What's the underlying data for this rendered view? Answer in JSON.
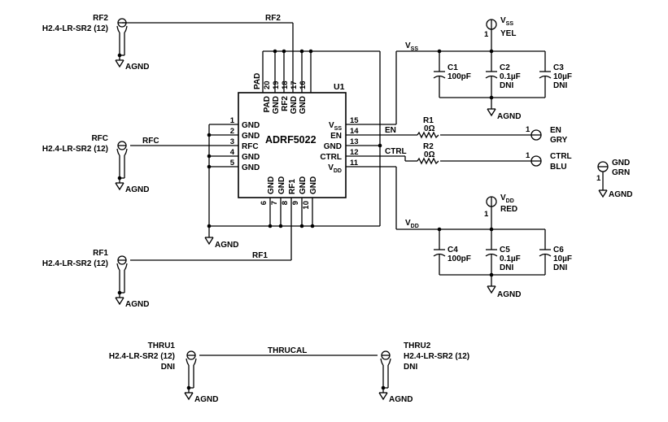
{
  "ic": {
    "ref": "U1",
    "part": "ADRF5022",
    "top_pins": [
      {
        "num": "20",
        "name": "PAD"
      },
      {
        "num": "19",
        "name": "GND"
      },
      {
        "num": "18",
        "name": "RF2"
      },
      {
        "num": "17",
        "name": "GND"
      },
      {
        "num": "16",
        "name": "GND"
      }
    ],
    "left_pins": [
      {
        "num": "1",
        "name": "GND"
      },
      {
        "num": "2",
        "name": "GND"
      },
      {
        "num": "3",
        "name": "RFC"
      },
      {
        "num": "4",
        "name": "GND"
      },
      {
        "num": "5",
        "name": "GND"
      }
    ],
    "right_pins": [
      {
        "num": "15",
        "name": "V",
        "sub": "SS"
      },
      {
        "num": "14",
        "name": "EN"
      },
      {
        "num": "13",
        "name": "GND"
      },
      {
        "num": "12",
        "name": "CTRL"
      },
      {
        "num": "11",
        "name": "V",
        "sub": "DD"
      }
    ],
    "bottom_pins": [
      {
        "num": "6",
        "name": "GND"
      },
      {
        "num": "7",
        "name": "GND"
      },
      {
        "num": "8",
        "name": "RF1"
      },
      {
        "num": "9",
        "name": "GND"
      },
      {
        "num": "10",
        "name": "GND"
      }
    ],
    "top_extra_label": "PAD"
  },
  "connectors": {
    "rf2": {
      "ref": "RF2",
      "part": "H2.4-LR-SR2 (12)"
    },
    "rfc": {
      "ref": "RFC",
      "part": "H2.4-LR-SR2 (12)"
    },
    "rf1": {
      "ref": "RF1",
      "part": "H2.4-LR-SR2 (12)"
    },
    "thru1": {
      "ref": "THRU1",
      "part": "H2.4-LR-SR2 (12)",
      "note": "DNI"
    },
    "thru2": {
      "ref": "THRU2",
      "part": "H2.4-LR-SR2 (12)",
      "note": "DNI"
    }
  },
  "nets": {
    "rf2": "RF2",
    "rfc": "RFC",
    "rf1": "RF1",
    "en": "EN",
    "ctrl": "CTRL",
    "vss": {
      "base": "V",
      "sub": "SS"
    },
    "vdd": {
      "base": "V",
      "sub": "DD"
    },
    "thrucal": "THRUCAL"
  },
  "ground_label": "AGND",
  "resistors": [
    {
      "ref": "R1",
      "value": "0Ω"
    },
    {
      "ref": "R2",
      "value": "0Ω"
    }
  ],
  "capacitors_vss": [
    {
      "ref": "C1",
      "value": "100pF",
      "note": ""
    },
    {
      "ref": "C2",
      "value": "0.1µF",
      "note": "DNI"
    },
    {
      "ref": "C3",
      "value": "10µF",
      "note": "DNI"
    }
  ],
  "capacitors_vdd": [
    {
      "ref": "C4",
      "value": "100pF",
      "note": ""
    },
    {
      "ref": "C5",
      "value": "0.1µF",
      "note": "DNI"
    },
    {
      "ref": "C6",
      "value": "10µF",
      "note": "DNI"
    }
  ],
  "test_points": {
    "vss": {
      "pin": "1",
      "label": "V",
      "sub": "SS",
      "color": "YEL"
    },
    "vdd": {
      "pin": "1",
      "label": "V",
      "sub": "DD",
      "color": "RED"
    },
    "en": {
      "pin": "1",
      "label": "EN",
      "color": "GRY"
    },
    "ctrl": {
      "pin": "1",
      "label": "CTRL",
      "color": "BLU"
    },
    "gnd": {
      "pin": "1",
      "label": "GND",
      "color": "GRN"
    }
  }
}
